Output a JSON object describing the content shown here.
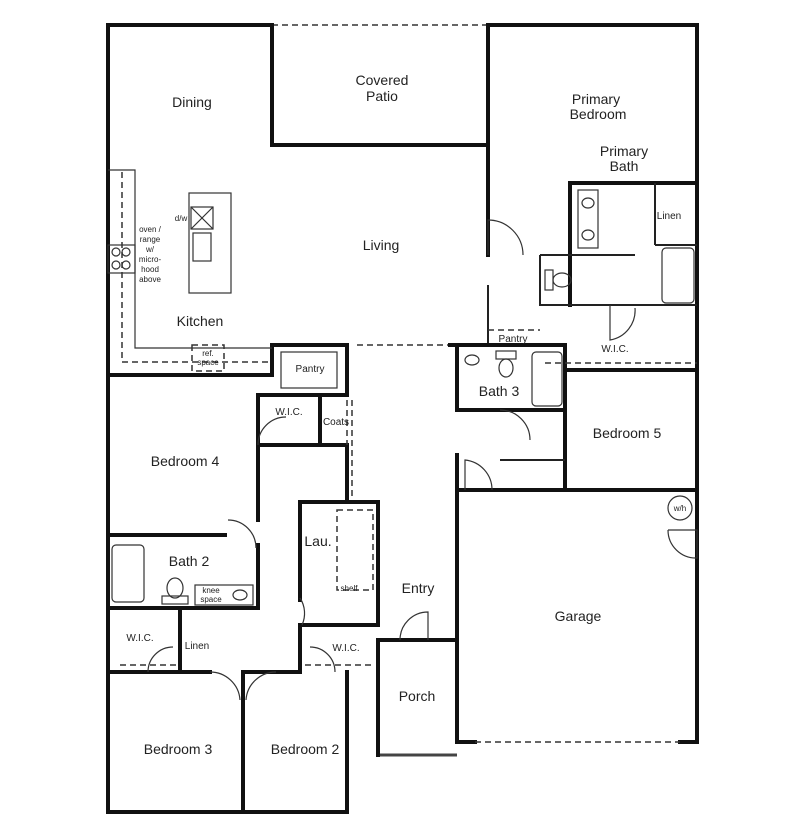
{
  "rooms": {
    "dining": "Dining",
    "covered_patio": [
      "Covered",
      "Patio"
    ],
    "primary_bedroom": [
      "Primary",
      "Bedroom"
    ],
    "primary_bath": [
      "Primary",
      "Bath"
    ],
    "linen_primary": "Linen",
    "living": "Living",
    "kitchen": "Kitchen",
    "pantry_kitchen": "Pantry",
    "pantry_hall": "Pantry",
    "wic_primary": "W.I.C.",
    "bath3": "Bath 3",
    "bedroom5": "Bedroom 5",
    "bedroom4": "Bedroom 4",
    "wic_bed4": "W.I.C.",
    "coats": "Coats",
    "bath2": "Bath 2",
    "knee_space": [
      "knee",
      "space"
    ],
    "laundry": "Lau.",
    "shelf": "shelf",
    "entry": "Entry",
    "garage": "Garage",
    "wh": "w/h",
    "wic_bed3": "W.I.C.",
    "linen_hall": "Linen",
    "wic_bed2": "W.I.C.",
    "porch": "Porch",
    "bedroom3": "Bedroom 3",
    "bedroom2": "Bedroom 2"
  },
  "fixtures": {
    "dw": "d/w",
    "oven_note": [
      "oven /",
      "range",
      "w/",
      "micro-",
      "hood",
      "above"
    ],
    "ref_space": [
      "ref.",
      "space"
    ]
  }
}
